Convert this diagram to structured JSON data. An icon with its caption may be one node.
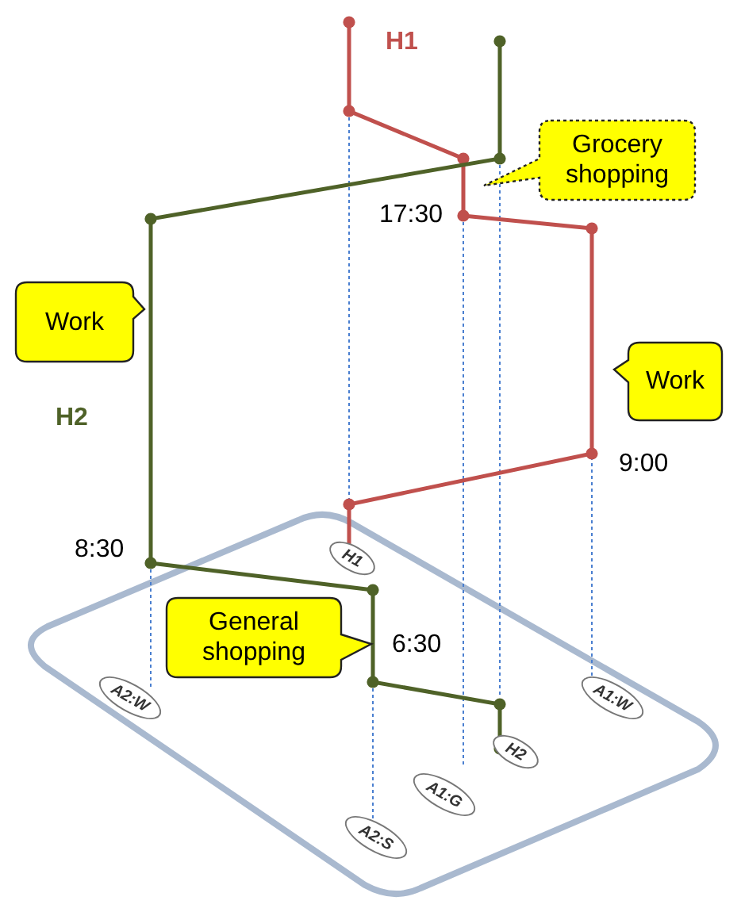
{
  "diagram": {
    "nodes": [
      {
        "text": [
          "Grocery shopping"
        ]
      },
      {
        "text": [
          "Work"
        ]
      },
      {
        "text": [
          "Work"
        ]
      },
      {
        "text": [
          "General shopping"
        ]
      },
      {
        "text": [
          "H1"
        ]
      },
      {
        "text": [
          "A2:W"
        ]
      },
      {
        "text": [
          "A1:W"
        ]
      },
      {
        "text": [
          "H2"
        ]
      },
      {
        "text": [
          "A1:G"
        ]
      },
      {
        "text": [
          "A2:S"
        ]
      }
    ],
    "labels": [
      "H1",
      "H2",
      "17:30",
      "9:00",
      "8:30",
      "6:30"
    ]
  }
}
